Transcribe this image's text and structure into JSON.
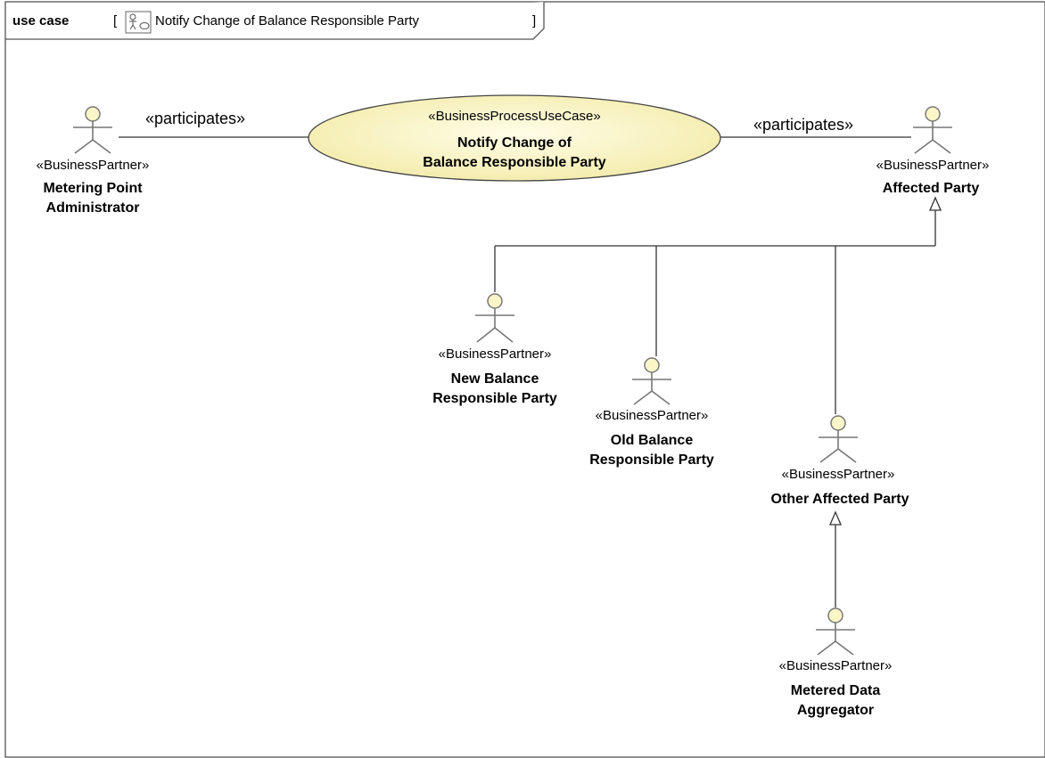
{
  "frame": {
    "keyword": "use case",
    "open_bracket": "[",
    "close_bracket": "]",
    "title": "Notify Change of Balance Responsible Party",
    "icon": "use-case-diagram-icon"
  },
  "use_case": {
    "stereotype": "«BusinessProcessUseCase»",
    "name_line1": "Notify Change of",
    "name_line2": "Balance Responsible Party",
    "fill_color": "#fbf6c8"
  },
  "associations": {
    "left_label": "«participates»",
    "right_label": "«participates»"
  },
  "actors": {
    "metering_point_administrator": {
      "stereotype": "«BusinessPartner»",
      "name_line1": "Metering Point",
      "name_line2": "Administrator"
    },
    "affected_party": {
      "stereotype": "«BusinessPartner»",
      "name_line1": "Affected Party"
    },
    "new_balance_responsible_party": {
      "stereotype": "«BusinessPartner»",
      "name_line1": "New Balance",
      "name_line2": "Responsible Party"
    },
    "old_balance_responsible_party": {
      "stereotype": "«BusinessPartner»",
      "name_line1": "Old Balance",
      "name_line2": "Responsible Party"
    },
    "other_affected_party": {
      "stereotype": "«BusinessPartner»",
      "name_line1": "Other Affected Party"
    },
    "metered_data_aggregator": {
      "stereotype": "«BusinessPartner»",
      "name_line1": "Metered Data",
      "name_line2": "Aggregator"
    }
  },
  "colors": {
    "actor_head": "#fbf6c8",
    "use_case_fill": "#fbf6c8",
    "lines": "#333333"
  }
}
